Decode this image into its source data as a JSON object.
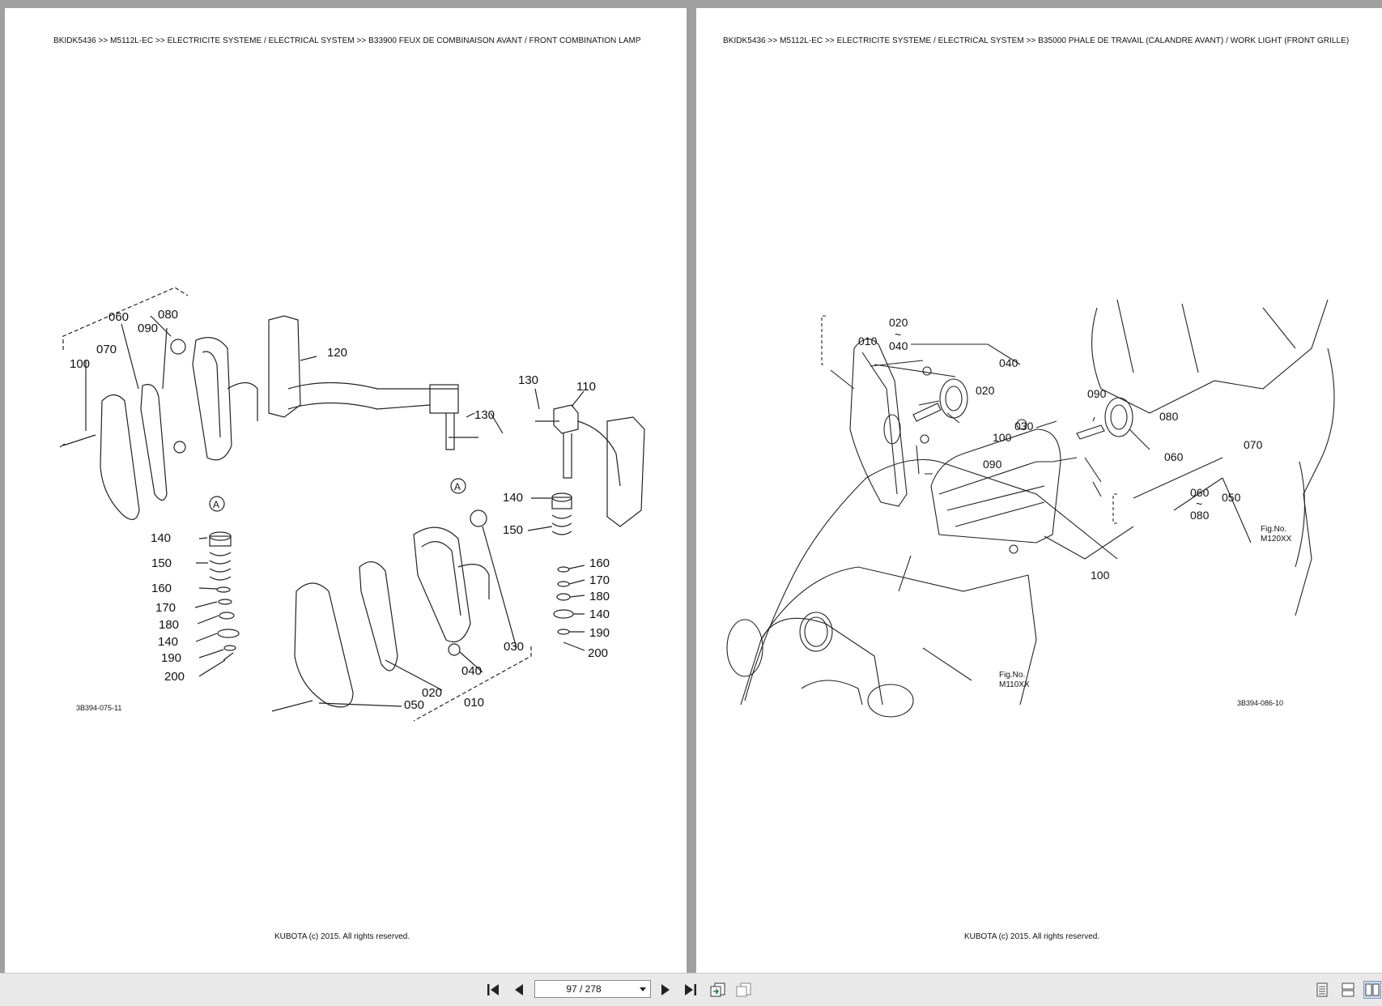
{
  "left_page": {
    "header": "BKIDK5436 >> M5112L-EC >> ELECTRICITE SYSTEME / ELECTRICAL SYSTEM >> B33900   FEUX DE COMBINAISON AVANT / FRONT COMBINATION LAMP",
    "footer": "KUBOTA (c) 2015. All rights reserved.",
    "figure_code": "3B394-075-11",
    "callouts": {
      "c060": "060",
      "c080": "080",
      "c090": "090",
      "c070": "070",
      "c100": "100",
      "c120": "120",
      "c130a": "130",
      "c110": "110",
      "c130b": "130",
      "c140a": "140",
      "c150a": "150",
      "c140b": "140",
      "c150b": "150",
      "c160a": "160",
      "c170a": "170",
      "c180a": "180",
      "c140c": "140",
      "c190a": "190",
      "c200a": "200",
      "c160b": "160",
      "c170b": "170",
      "c180b": "180",
      "c140d": "140",
      "c190b": "190",
      "c200b": "200",
      "c030": "030",
      "c040": "040",
      "c020": "020",
      "c050": "050",
      "c010": "010",
      "markA1": "A",
      "markA2": "A"
    }
  },
  "right_page": {
    "header": "BKIDK5436 >> M5112L-EC >> ELECTRICITE SYSTEME / ELECTRICAL SYSTEM >> B35000   PHALE DE TRAVAIL (CALANDRE AVANT) / WORK LIGHT (FRONT GRILLE)",
    "footer": "KUBOTA (c) 2015. All rights reserved.",
    "figure_code": "3B394-086-10",
    "callouts": {
      "c020a": "020",
      "tilde1": "~",
      "c040a": "040",
      "c010": "010",
      "c040b": "040",
      "c020b": "020",
      "c030": "030",
      "c100a": "100",
      "c090a": "090",
      "c080": "080",
      "c090b": "090",
      "c060a": "060",
      "c070": "070",
      "c060b": "060",
      "tilde2": "~",
      "c080b": "080",
      "c050": "050",
      "c100b": "100"
    },
    "fig_notes": {
      "m120_label": "Fig.No.",
      "m120_value": "M120XX",
      "m110_label": "Fig.No.",
      "m110_value": "M110XX"
    }
  },
  "toolbar": {
    "page_indicator": "97 / 278",
    "icons": [
      "first-page-icon",
      "prev-page-icon",
      "next-page-icon",
      "last-page-icon",
      "fit-page-icon",
      "fit-width-icon",
      "single-page-icon",
      "continuous-icon",
      "facing-icon"
    ]
  }
}
